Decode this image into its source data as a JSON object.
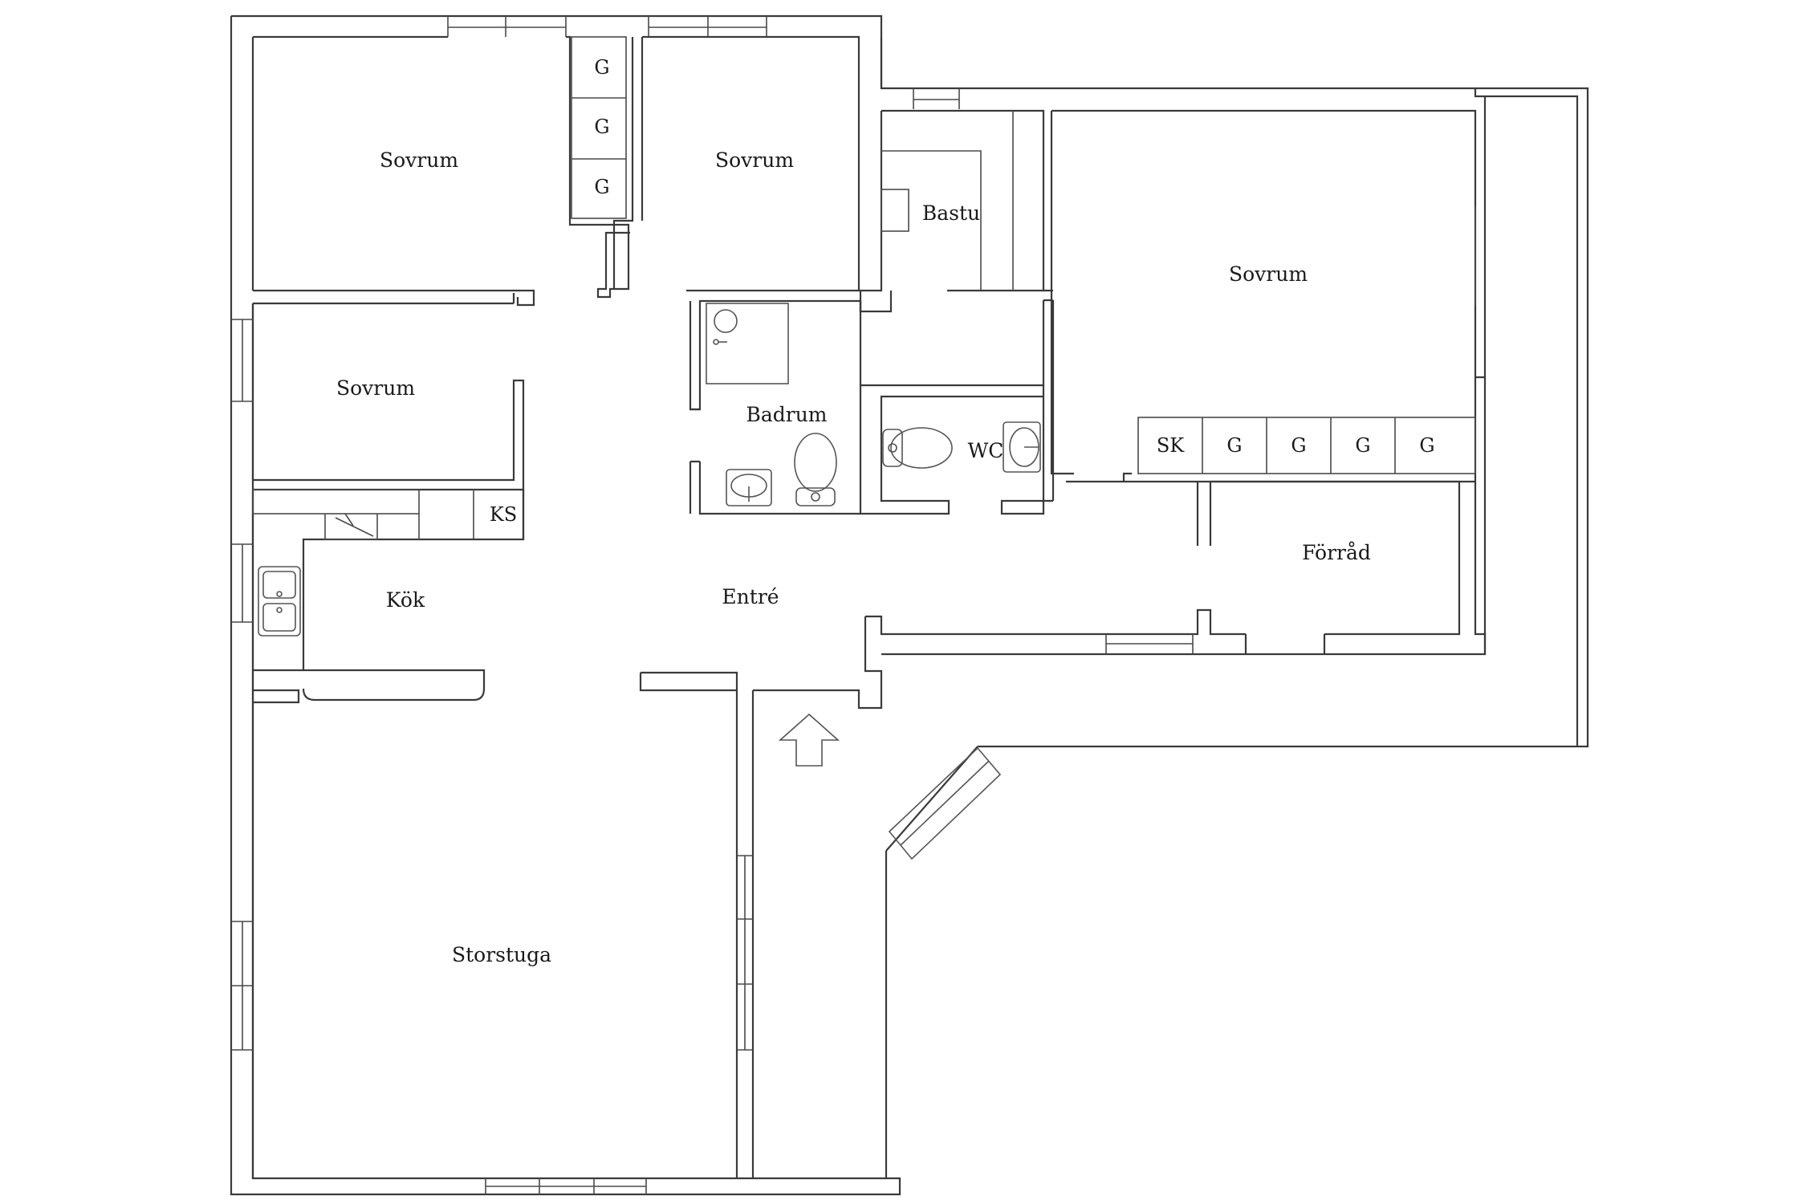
{
  "rooms": {
    "sovrum_1": "Sovrum",
    "sovrum_2": "Sovrum",
    "sovrum_3": "Sovrum",
    "sovrum_4": "Sovrum",
    "bastu": "Bastu",
    "badrum": "Badrum",
    "wc": "WC",
    "kok": "Kök",
    "entre": "Entré",
    "forrad": "Förråd",
    "storstuga": "Storstuga"
  },
  "storage": {
    "ks": "KS",
    "sk": "SK",
    "g_left": [
      "G",
      "G",
      "G"
    ],
    "g_right": [
      "G",
      "G",
      "G",
      "G"
    ]
  },
  "colors": {
    "wall": "#3a3a3a",
    "background": "#ffffff"
  }
}
